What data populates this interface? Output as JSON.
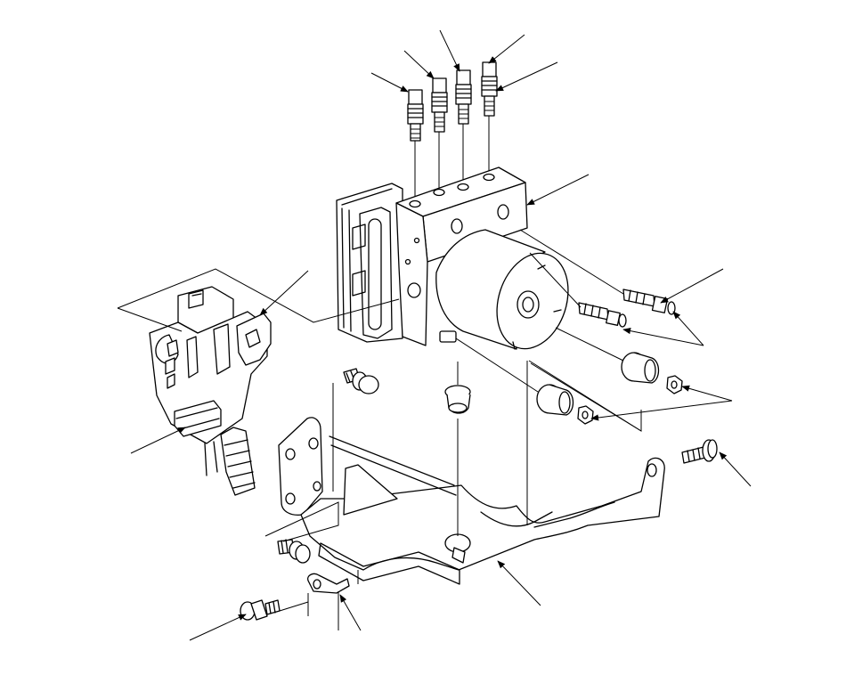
{
  "colors": {
    "line": "#000000",
    "background": "#ffffff"
  },
  "parts": [
    {
      "id": "brake-line-1",
      "kind": "fitting"
    },
    {
      "id": "brake-line-2",
      "kind": "fitting"
    },
    {
      "id": "brake-line-3",
      "kind": "fitting"
    },
    {
      "id": "brake-line-4",
      "kind": "fitting"
    },
    {
      "id": "modulator-unit",
      "kind": "abs-modulator"
    },
    {
      "id": "flare-fittings",
      "kind": "fitting-pair"
    },
    {
      "id": "mount-cushions",
      "kind": "grommet-pair"
    },
    {
      "id": "collar-nuts",
      "kind": "nut-pair"
    },
    {
      "id": "bracket",
      "kind": "bracket"
    },
    {
      "id": "connector",
      "kind": "harness-connector"
    },
    {
      "id": "bolts",
      "kind": "fastener-set"
    }
  ]
}
